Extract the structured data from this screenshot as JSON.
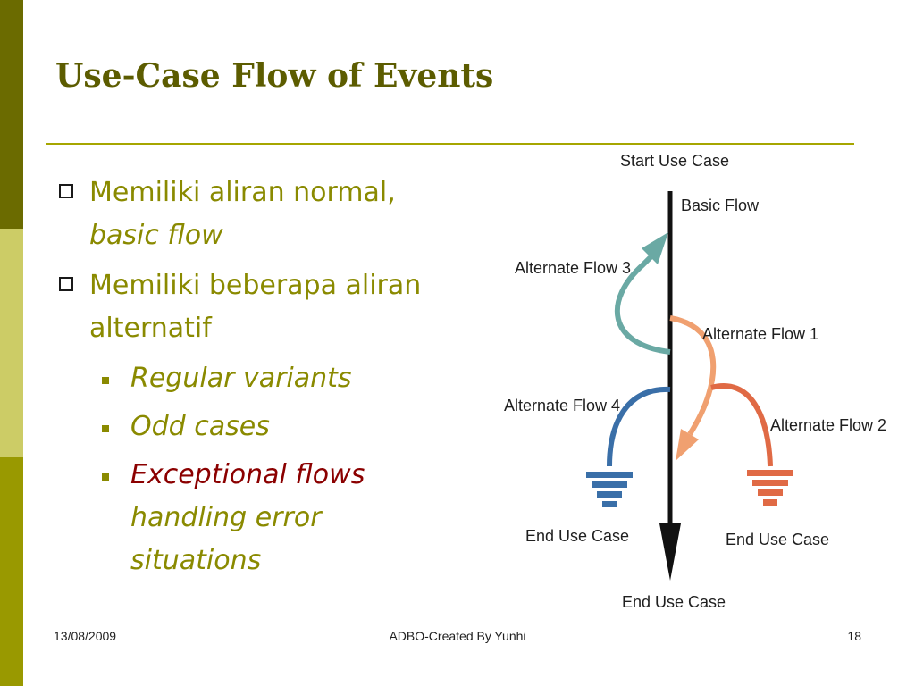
{
  "slide": {
    "title": "Use-Case Flow of Events",
    "bullets": [
      {
        "text": "Memiliki aliran normal,",
        "cont": "basic flow"
      },
      {
        "text": "Memiliki beberapa aliran",
        "cont": "alternatif"
      }
    ],
    "sub_bullets": [
      {
        "text": "Regular variants"
      },
      {
        "text": "Odd cases"
      },
      {
        "text": "Exceptional flows",
        "cont1": "handling error",
        "cont2": "situations"
      }
    ]
  },
  "diagram": {
    "labels": {
      "start": "Start Use Case",
      "basic": "Basic Flow",
      "alt1": "Alternate Flow 1",
      "alt2": "Alternate Flow 2",
      "alt3": "Alternate Flow 3",
      "alt4": "Alternate Flow 4",
      "end_left": "End Use Case",
      "end_right": "End Use Case",
      "end_bottom": "End Use Case"
    },
    "colors": {
      "basic": "#111111",
      "alt1": "#f0a070",
      "alt2": "#e06a45",
      "alt3": "#6aa9a4",
      "alt4": "#3a6fa8"
    }
  },
  "footer": {
    "date": "13/08/2009",
    "center": "ADBO-Created By Yunhi",
    "page": "18"
  }
}
